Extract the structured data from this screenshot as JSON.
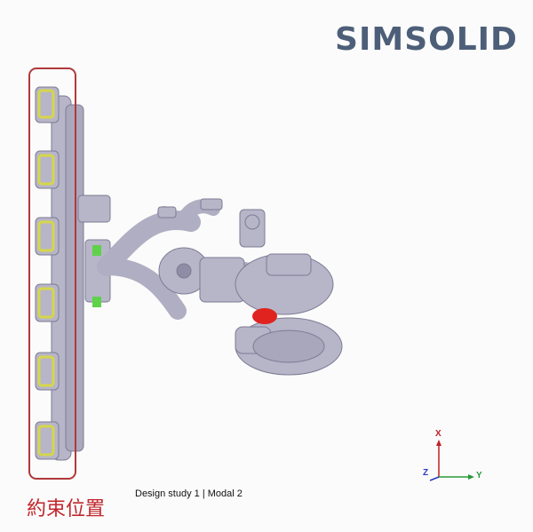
{
  "brand": {
    "logo_text": "SIMSOLID"
  },
  "annotation": {
    "constraint_location": "約束位置"
  },
  "status": {
    "study_text": "Design study 1 | Modal 2"
  },
  "triad": {
    "x_label": "X",
    "y_label": "Y",
    "z_label": "Z",
    "x_color": "#c0202a",
    "y_color": "#2a9a3a",
    "z_color": "#2a3ac0"
  },
  "colors": {
    "model": "#b7b5c8",
    "model_shadow": "#8f8da6",
    "constraint_marker": "#d6d64a",
    "connector": "#5fd14a",
    "load_marker": "#e0231e",
    "frame": "#b0393a"
  }
}
